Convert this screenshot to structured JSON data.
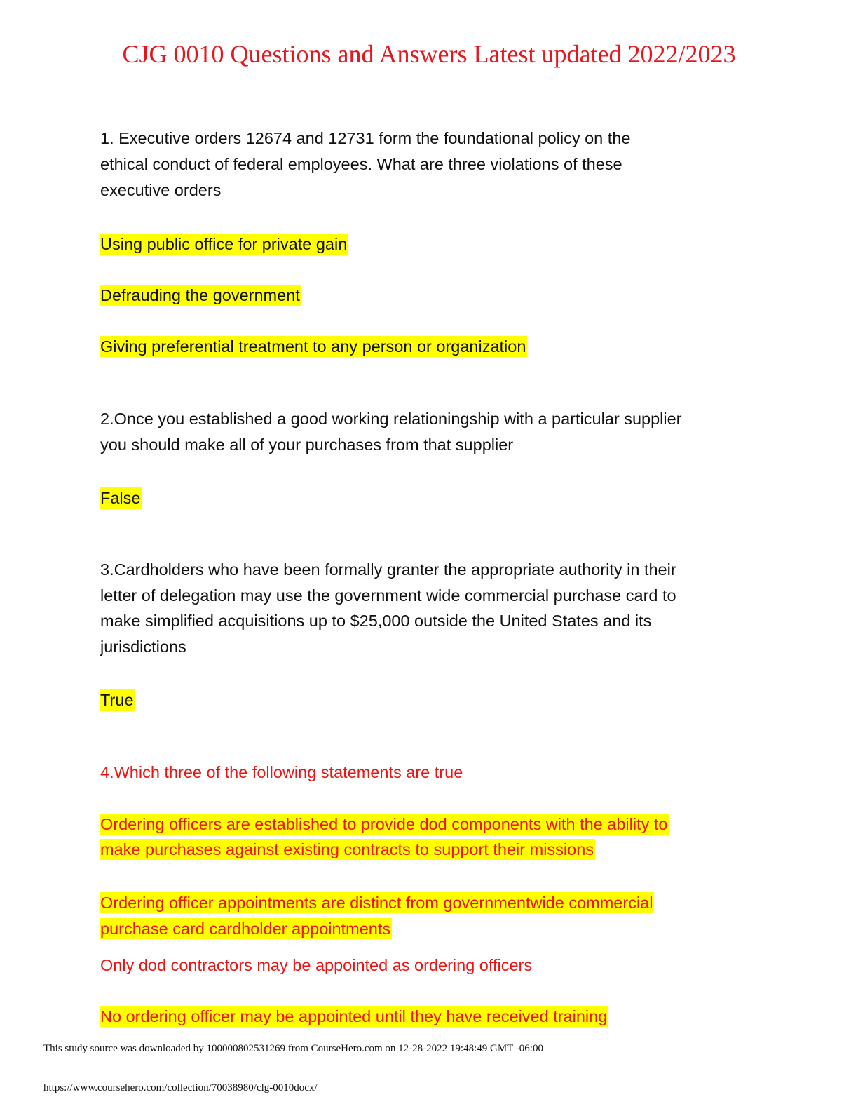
{
  "title": "CJG 0010 Questions and Answers Latest updated 2022/2023",
  "q1": {
    "lines": [
      "1.      Executive orders 12674 and 12731 form the foundational policy on the",
      "ethical conduct of federal employees. What are three violations of these",
      "executive orders"
    ],
    "answers": [
      "Using public office for private gain",
      "Defrauding the government",
      "Giving preferential treatment to any person or organization"
    ]
  },
  "q2": {
    "lines": [
      "2.Once you established a good working relationingship with a particular supplier",
      "you should make all of your purchases from that supplier"
    ],
    "answer": "False"
  },
  "q3": {
    "lines": [
      "3.Cardholders who have been formally granter the appropriate authority in their",
      "letter of delegation may use the government wide commercial purchase card to",
      "make simplified acquisitions up to $25,000 outside the United States and its",
      "jurisdictions"
    ],
    "answer": "True"
  },
  "q4": {
    "question": "4.Which three of the following statements are true",
    "options": [
      {
        "lines": [
          "Ordering officers are established to provide dod components with the ability to",
          "make purchases against existing contracts to support their missions"
        ]
      },
      {
        "lines": [
          "Ordering officer appointments are distinct from governmentwide commercial",
          "purchase card cardholder appointments"
        ]
      },
      {
        "lines": [
          "Only dod contractors may be appointed as ordering officers"
        ]
      },
      {
        "lines": [
          "No ordering officer may be appointed until they have received training"
        ]
      }
    ]
  },
  "footer": {
    "download_note": "This study source was downloaded by 100000802531269 from CourseHero.com on 12-28-2022 19:48:49 GMT -06:00",
    "url": "https://www.coursehero.com/collection/70038980/clg-0010docx/"
  }
}
